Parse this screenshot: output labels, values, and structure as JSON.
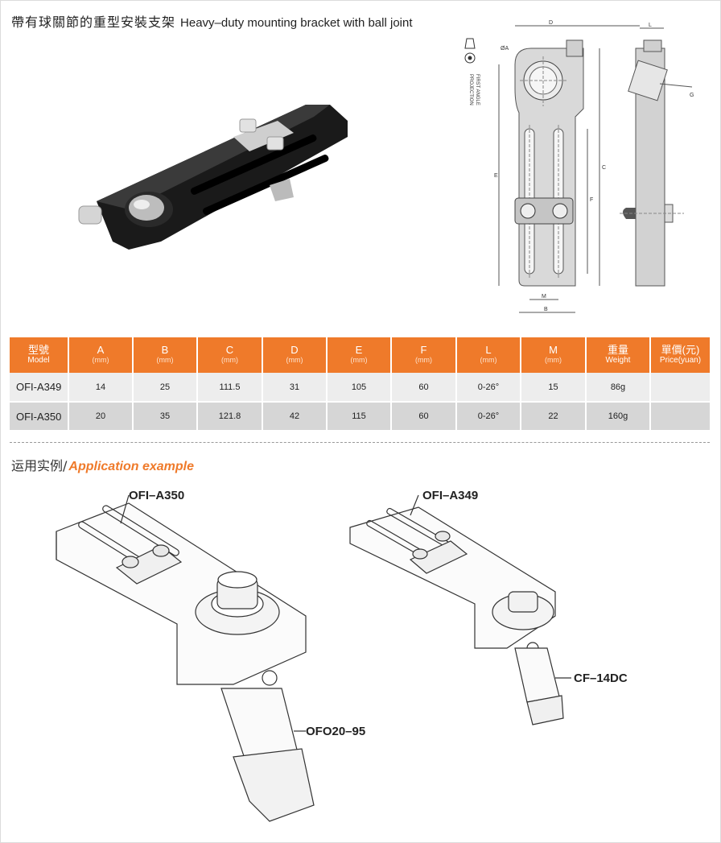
{
  "title": {
    "zh": "帶有球關節的重型安裝支架",
    "en": "Heavy–duty mounting bracket with ball joint"
  },
  "drawing": {
    "projection_text_1": "FIRST ANGLE",
    "projection_text_2": "PROJECTION",
    "dims": {
      "a": "ØA",
      "d": "D",
      "l": "L",
      "g": "G",
      "c": "C",
      "e": "E",
      "f": "F",
      "m": "M",
      "b": "B"
    }
  },
  "table": {
    "headers": [
      {
        "main": "型號",
        "sub": "Model"
      },
      {
        "main": "A",
        "sub": "(mm)"
      },
      {
        "main": "B",
        "sub": "(mm)"
      },
      {
        "main": "C",
        "sub": "(mm)"
      },
      {
        "main": "D",
        "sub": "(mm)"
      },
      {
        "main": "E",
        "sub": "(mm)"
      },
      {
        "main": "F",
        "sub": "(mm)"
      },
      {
        "main": "L",
        "sub": "(mm)"
      },
      {
        "main": "M",
        "sub": "(mm)"
      },
      {
        "main": "重量",
        "sub": "Weight"
      },
      {
        "main": "單價(元)",
        "sub": "Price(yuan)"
      }
    ],
    "rows": [
      [
        "OFI-A349",
        "14",
        "25",
        "111.5",
        "31",
        "105",
        "60",
        "0-26°",
        "15",
        "86g",
        ""
      ],
      [
        "OFI-A350",
        "20",
        "35",
        "121.8",
        "42",
        "115",
        "60",
        "0-26°",
        "22",
        "160g",
        ""
      ]
    ]
  },
  "application": {
    "title_zh": "运用实例/",
    "title_en": "Application example",
    "labels": {
      "left_bracket": "OFI–A350",
      "left_part": "OFO20–95",
      "right_bracket": "OFI–A349",
      "right_part": "CF–14DC"
    }
  },
  "colors": {
    "accent": "#ef7a2a",
    "row1": "#ededed",
    "row2": "#d6d6d6"
  }
}
